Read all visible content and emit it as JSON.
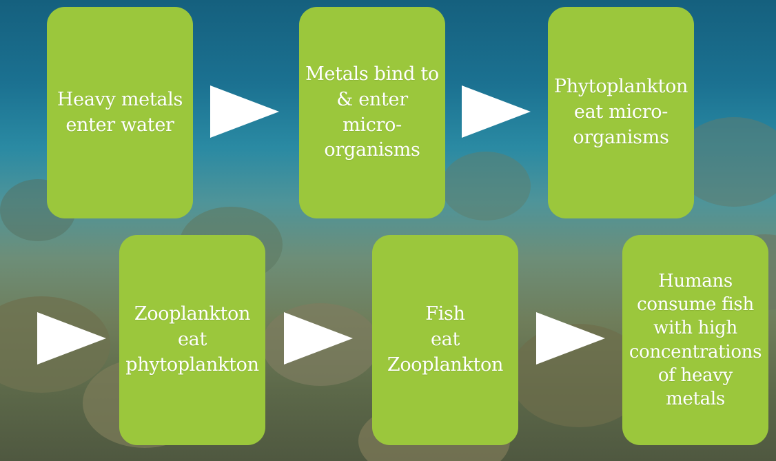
{
  "diagram": {
    "steps": [
      {
        "label": "Heavy metals\nenter water"
      },
      {
        "label": "Metals bind to\n& enter micro-\norganisms"
      },
      {
        "label": "Phytoplankton\neat micro-\norganisms"
      },
      {
        "label": "Zooplankton\neat\nphytoplankton"
      },
      {
        "label": "Fish\neat\nZooplankton"
      },
      {
        "label": "Humans\nconsume fish\nwith high\nconcentrations\nof heavy metals"
      }
    ],
    "colors": {
      "box": "#9bc73c",
      "arrow": "#ffffff",
      "text": "#ffffff",
      "water": "#1b7191"
    }
  }
}
